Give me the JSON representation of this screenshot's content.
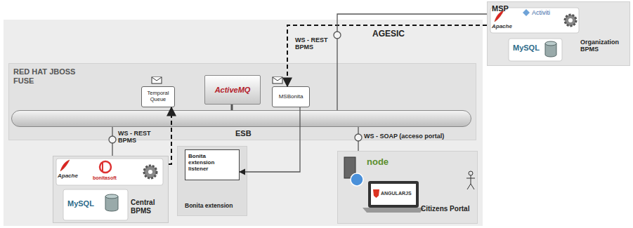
{
  "diagram": {
    "nodes": [
      {
        "text": [
          "AGESIC"
        ]
      },
      {
        "text": [
          "RED HAT JBOSS FUSE"
        ],
        "in": 0
      },
      {
        "text": [
          "Temporal Queue"
        ],
        "in": 1
      },
      {
        "text": [
          "ActiveMQ"
        ],
        "in": 1
      },
      {
        "text": [
          "MSBonita"
        ],
        "in": 1
      },
      {
        "text": [
          "ESB"
        ],
        "in": 1
      },
      {
        "text": [
          "Central BPMS"
        ],
        "in": 0
      },
      {
        "text": [
          "Bonita extension"
        ],
        "in": 0
      },
      {
        "text": [
          "Bonita extension listener"
        ],
        "in": 7
      },
      {
        "text": [
          "Citizens Portal"
        ],
        "in": 0
      },
      {
        "text": [
          "MSP",
          "Organization BPMS"
        ]
      }
    ],
    "edges": [
      {
        "from": 6,
        "to": 2,
        "arrow": "to"
      },
      {
        "from": 4,
        "to": 8,
        "arrow": "to"
      },
      {
        "from": 10,
        "to": 4,
        "arrow": "to"
      },
      {
        "from": 5,
        "to": 10,
        "label": "WS - REST BPMS",
        "arrow": "none"
      },
      {
        "from": 5,
        "to": 6,
        "label": "WS - REST BPMS",
        "arrow": "none"
      },
      {
        "from": 5,
        "to": 9,
        "label": "WS - SOAP (acceso portal)",
        "arrow": "none"
      },
      {
        "from": 3,
        "to": 5,
        "arrow": "none"
      }
    ],
    "labels": [
      "Apache",
      "bonitasoft",
      "MySQL",
      "Apache",
      "Activiti",
      "MySQL",
      "node",
      "ANGULARJS"
    ]
  }
}
